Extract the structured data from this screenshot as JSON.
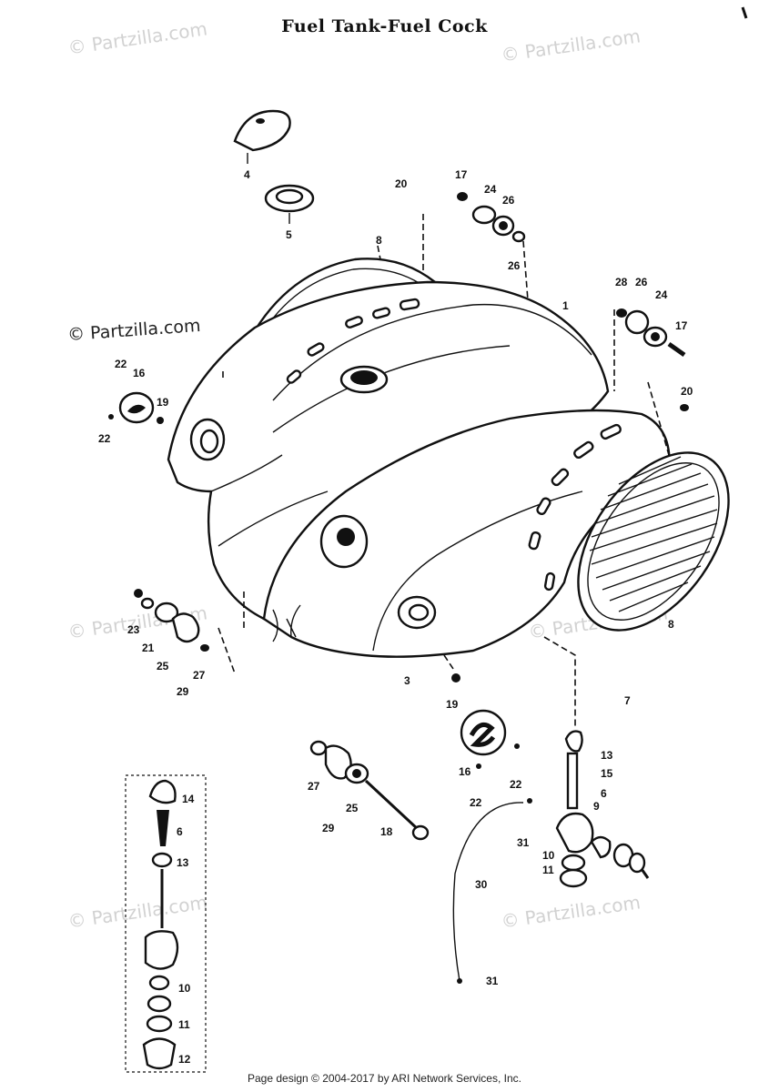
{
  "title": "Fuel Tank-Fuel Cock",
  "footer": "Page design © 2004-2017 by ARI Network Services, Inc.",
  "watermark": "© Partzilla.com",
  "callouts": {
    "c4": "4",
    "c5": "5",
    "c20a": "20",
    "c8a": "8",
    "c17a": "17",
    "c24a": "24",
    "c26a": "26",
    "c26b": "26",
    "c1": "1",
    "c28a": "28",
    "c26c": "26",
    "c24b": "24",
    "c17b": "17",
    "c20b": "20",
    "c22a": "22",
    "c16a": "16",
    "c19a": "19",
    "c22b": "22",
    "c8b": "8",
    "c23": "23",
    "c21": "21",
    "c25a": "25",
    "c27a": "27",
    "c29a": "29",
    "c3": "3",
    "c19b": "19",
    "c7": "7",
    "c27b": "27",
    "c25b": "25",
    "c29b": "29",
    "c18": "18",
    "c16b": "16",
    "c22c": "22",
    "c22d": "22",
    "c13a": "13",
    "c15": "15",
    "c6a": "6",
    "c9": "9",
    "c31a": "31",
    "c10a": "10",
    "c11a": "11",
    "c30": "30",
    "c31b": "31",
    "c14": "14",
    "c6b": "6",
    "c13b": "13",
    "c10b": "10",
    "c11b": "11",
    "c12": "12"
  }
}
